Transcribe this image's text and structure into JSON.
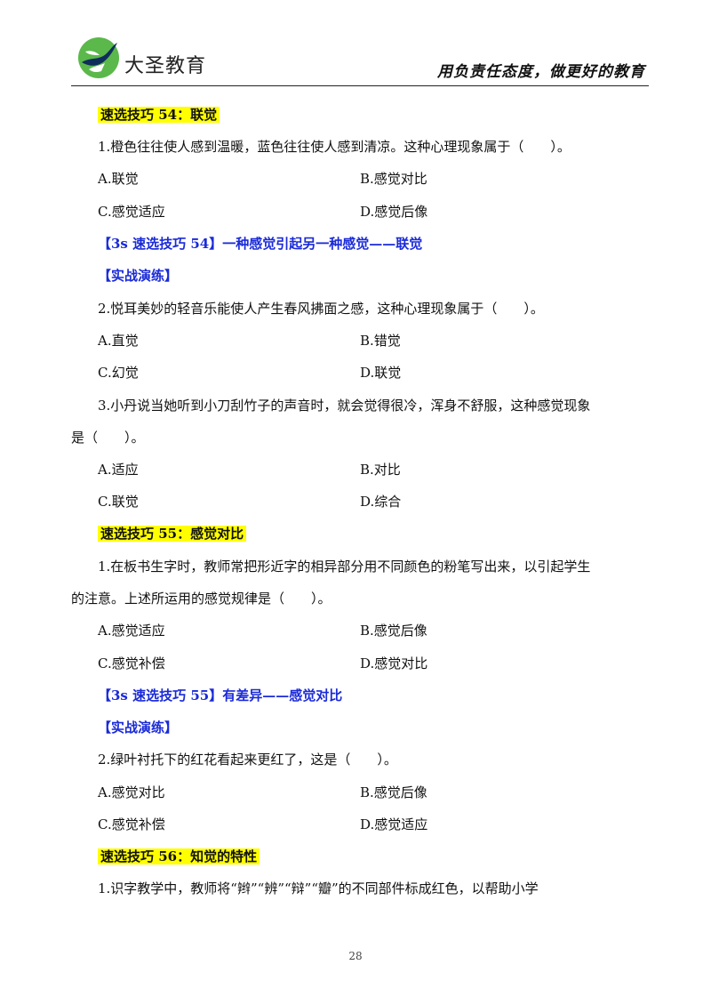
{
  "header": {
    "brand": "大圣教育",
    "slogan": "用负责任态度，做更好的教育",
    "colors": {
      "logo_green": "#5bb84a",
      "logo_navy": "#0f2d5c"
    }
  },
  "lines": {
    "l01": "速选技巧 54：联觉",
    "l02": "1.橙色往往使人感到温暖，蓝色往往使人感到清凉。这种心理现象属于（　　）。",
    "l03a": "A.联觉",
    "l03b": "B.感觉对比",
    "l04a": "C.感觉适应",
    "l04b": "D.感觉后像",
    "l05": "【3s 速选技巧 54】一种感觉引起另一种感觉——联觉",
    "l06": "【实战演练】",
    "l07": "2.悦耳美妙的轻音乐能使人产生春风拂面之感，这种心理现象属于（　　）。",
    "l08a": "A.直觉",
    "l08b": "B.错觉",
    "l09a": "C.幻觉",
    "l09b": "D.联觉",
    "l10": "3.小丹说当她听到小刀刮竹子的声音时，就会觉得很冷，浑身不舒服，这种感觉现象",
    "l11": "是（　　）。",
    "l12a": "A.适应",
    "l12b": "B.对比",
    "l13a": "C.联觉",
    "l13b": "D.综合",
    "l14": "速选技巧 55：感觉对比",
    "l15": "1.在板书生字时，教师常把形近字的相异部分用不同颜色的粉笔写出来，以引起学生",
    "l16": "的注意。上述所运用的感觉规律是（　　）。",
    "l17a": "A.感觉适应",
    "l17b": "B.感觉后像",
    "l18a": "C.感觉补偿",
    "l18b": "D.感觉对比",
    "l19": "【3s 速选技巧 55】有差异——感觉对比",
    "l20": "【实战演练】",
    "l21": "2.绿叶衬托下的红花看起来更红了，这是（　　）。",
    "l22a": "A.感觉对比",
    "l22b": "B.感觉后像",
    "l23a": "C.感觉补偿",
    "l23b": "D.感觉适应",
    "l24": "速选技巧 56：知觉的特性",
    "l25": "1.识字教学中，教师将“辫”“辨”“辩”“瓣”的不同部件标成红色，以帮助小学"
  },
  "page_number": "28",
  "colors": {
    "highlight": "#ffff00",
    "blue_text": "#1a2ad8"
  }
}
